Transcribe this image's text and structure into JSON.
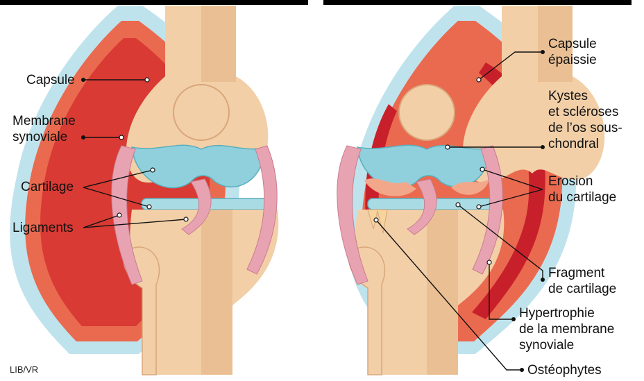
{
  "colors": {
    "capsule": "#bfe3ec",
    "synovial": "#ea6a4f",
    "synovial_inner": "#d32a2a",
    "bone": "#f2cfa7",
    "bone_shade": "#e7b98b",
    "cartilage": "#8fd0dc",
    "ligament": "#e8a3b3",
    "leader": "#111111"
  },
  "left": {
    "labels": {
      "capsule": "Capsule",
      "membrane": "Membrane\nsynoviale",
      "cartilage": "Cartilage",
      "ligaments": "Ligaments"
    }
  },
  "right": {
    "labels": {
      "capsule": "Capsule\népaissie",
      "kystes": "Kystes\net scléroses\nde l’os sous-\nchondral",
      "erosion": "Erosion\ndu cartilage",
      "fragment": "Fragment\nde cartilage",
      "hypertrophie": "Hypertrophie\nde la membrane\nsynoviale",
      "osteophytes": "Ostéophytes"
    }
  },
  "credit": "LIB/VR"
}
